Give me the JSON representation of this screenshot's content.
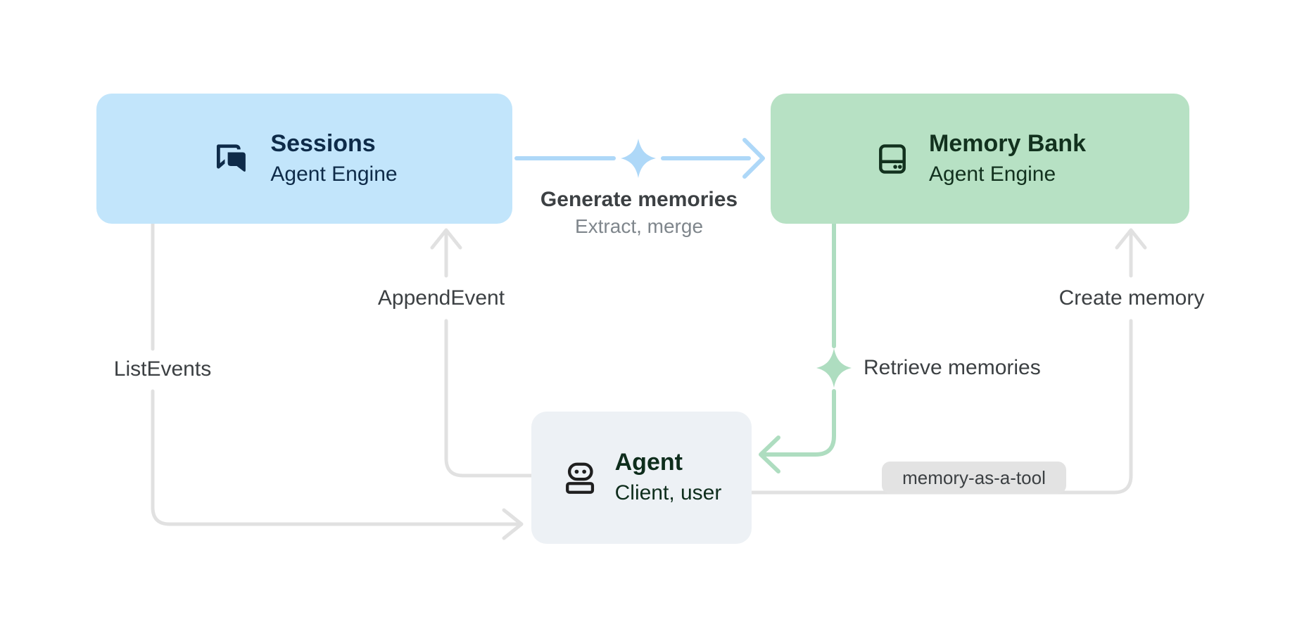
{
  "diagram": {
    "nodes": {
      "sessions": {
        "title": "Sessions",
        "subtitle": "Agent Engine",
        "icon": "chat-bubbles-icon"
      },
      "memory_bank": {
        "title": "Memory Bank",
        "subtitle": "Agent Engine",
        "icon": "memory-storage-icon"
      },
      "agent": {
        "title": "Agent",
        "subtitle": "Client, user",
        "icon": "robot-icon"
      }
    },
    "edges": {
      "generate_memories": {
        "label": "Generate memories",
        "sublabel": "Extract, merge",
        "from": "sessions",
        "to": "memory_bank",
        "icon": "sparkle-icon"
      },
      "append_event": {
        "label": "AppendEvent",
        "from": "agent",
        "to": "sessions"
      },
      "list_events": {
        "label": "ListEvents",
        "from": "sessions",
        "to": "agent"
      },
      "retrieve_memories": {
        "label": "Retrieve memories",
        "from": "memory_bank",
        "to": "agent",
        "icon": "sparkle-icon"
      },
      "create_memory": {
        "label": "Create memory",
        "badge": "memory-as-a-tool",
        "from": "agent",
        "to": "memory_bank"
      }
    },
    "colors": {
      "background": "#ffffff",
      "sessions_box_bg": "#c2e5fb",
      "sessions_text": "#0e2b49",
      "memory_box_bg": "#b7e1c4",
      "memory_text": "#12311e",
      "agent_box_bg": "#edf1f5",
      "agent_text": "#0e2d1c",
      "agent_icon": "#1f1f1f",
      "blue_line": "#aed8f8",
      "green_line": "#aeddc0",
      "gray_line": "#e1e1e1",
      "badge_bg": "#e3e3e3",
      "label_dark": "#3c4043",
      "label_gray": "#7f868c"
    }
  }
}
